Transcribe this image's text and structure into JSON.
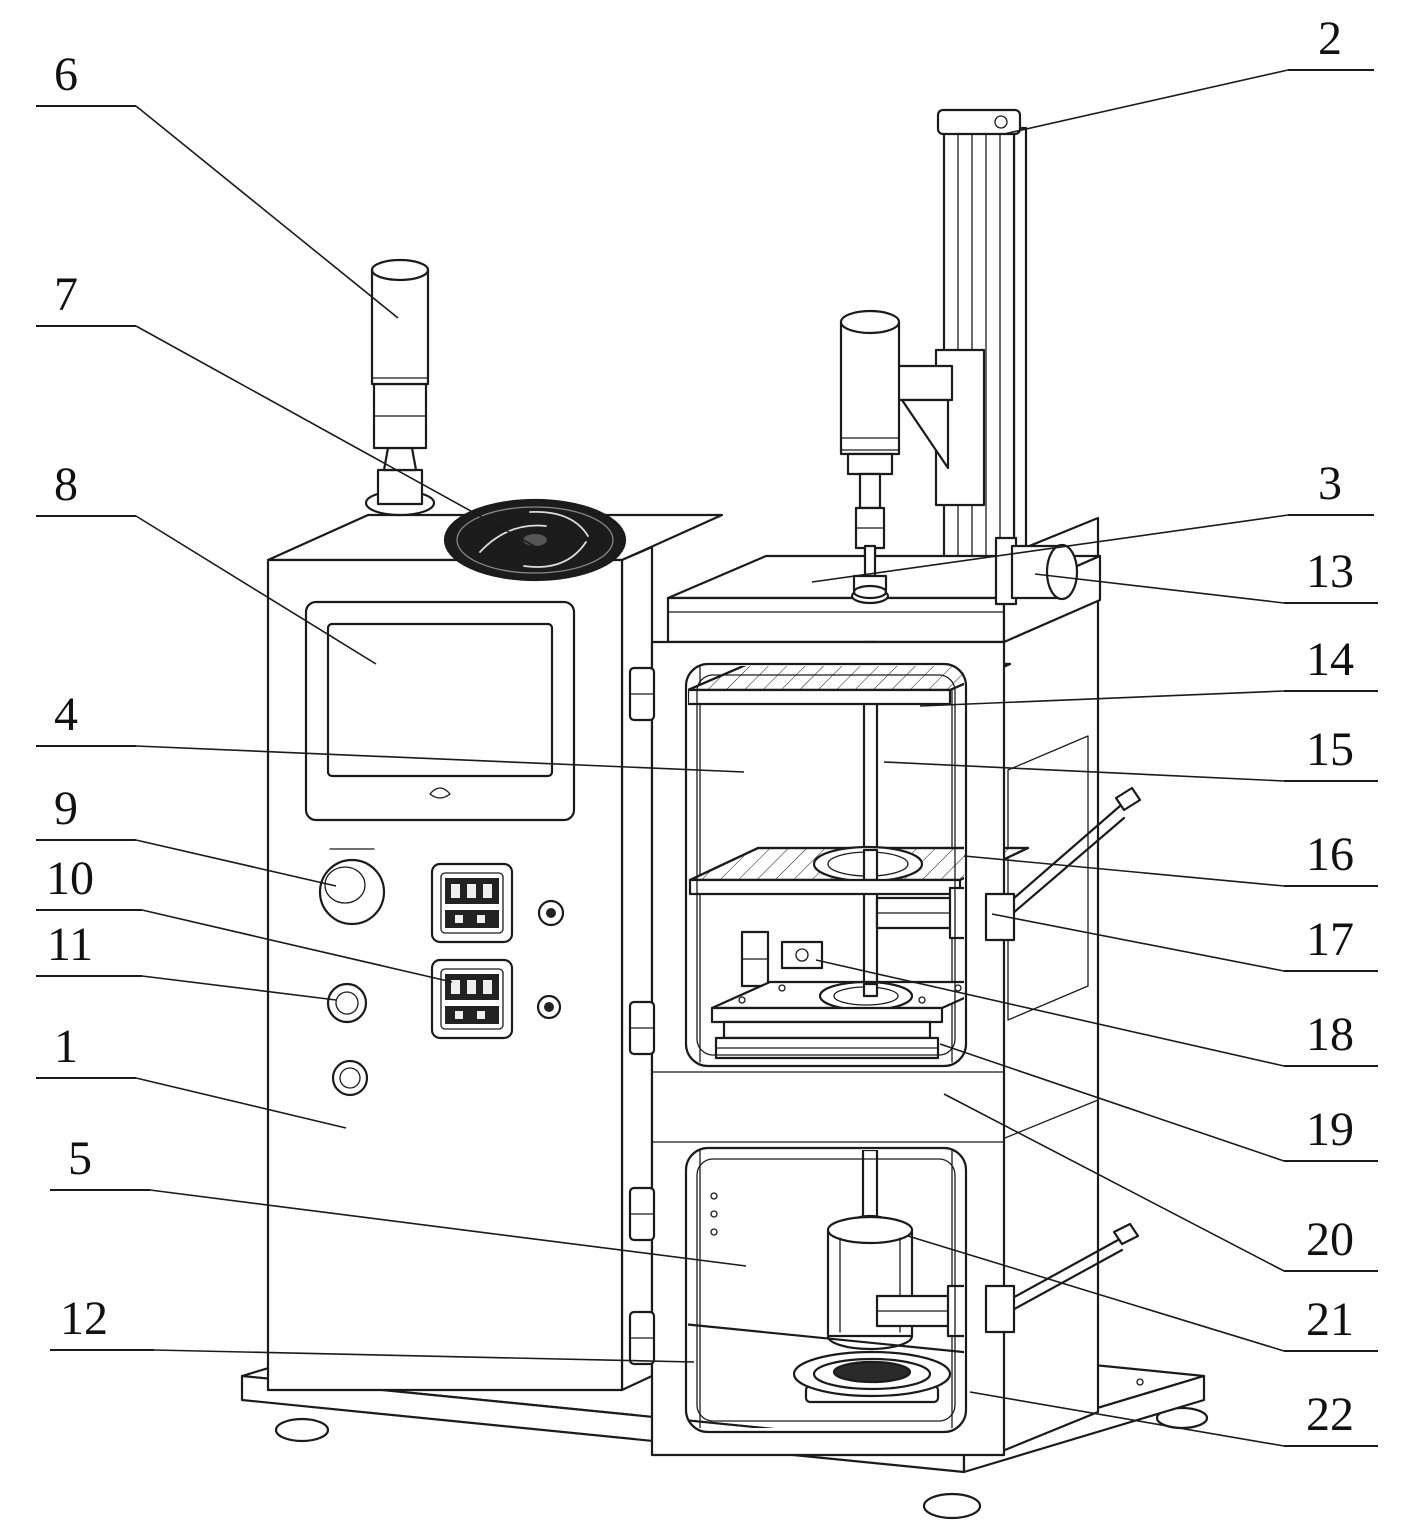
{
  "figure": {
    "type": "patent-line-drawing",
    "content": "Isometric technical drawing of a two-cabinet testing apparatus with numbered part callouts"
  },
  "colors": {
    "background": "#ffffff",
    "line": "#1b1b1b",
    "fan_fill": "#1c1c1c",
    "display_fill": "#222222"
  },
  "callouts": [
    {
      "label": "6",
      "text": [
        66,
        90
      ],
      "underline": [
        36,
        106,
        136,
        106
      ],
      "leader": [
        136,
        106,
        398,
        318
      ]
    },
    {
      "label": "7",
      "text": [
        66,
        310
      ],
      "underline": [
        36,
        326,
        136,
        326
      ],
      "leader": [
        136,
        326,
        545,
        552
      ]
    },
    {
      "label": "8",
      "text": [
        66,
        500
      ],
      "underline": [
        36,
        516,
        136,
        516
      ],
      "leader": [
        136,
        516,
        376,
        664
      ]
    },
    {
      "label": "4",
      "text": [
        66,
        730
      ],
      "underline": [
        36,
        746,
        136,
        746
      ],
      "leader": [
        136,
        746,
        744,
        772
      ]
    },
    {
      "label": "9",
      "text": [
        66,
        824
      ],
      "underline": [
        36,
        840,
        136,
        840
      ],
      "leader": [
        136,
        840,
        336,
        886
      ]
    },
    {
      "label": "10",
      "text": [
        70,
        894
      ],
      "underline": [
        36,
        910,
        142,
        910
      ],
      "leader": [
        142,
        910,
        452,
        982
      ]
    },
    {
      "label": "11",
      "text": [
        70,
        960
      ],
      "underline": [
        36,
        976,
        142,
        976
      ],
      "leader": [
        142,
        976,
        336,
        1000
      ]
    },
    {
      "label": "1",
      "text": [
        66,
        1062
      ],
      "underline": [
        36,
        1078,
        136,
        1078
      ],
      "leader": [
        136,
        1078,
        346,
        1128
      ]
    },
    {
      "label": "5",
      "text": [
        80,
        1174
      ],
      "underline": [
        50,
        1190,
        150,
        1190
      ],
      "leader": [
        150,
        1190,
        746,
        1266
      ]
    },
    {
      "label": "12",
      "text": [
        84,
        1334
      ],
      "underline": [
        50,
        1350,
        154,
        1350
      ],
      "leader": [
        154,
        1350,
        694,
        1362
      ]
    },
    {
      "label": "2",
      "text": [
        1330,
        54
      ],
      "underline": [
        1288,
        70,
        1374,
        70
      ],
      "leader": [
        1288,
        70,
        1004,
        134
      ]
    },
    {
      "label": "3",
      "text": [
        1330,
        499
      ],
      "underline": [
        1288,
        515,
        1374,
        515
      ],
      "leader": [
        1288,
        515,
        812,
        582
      ]
    },
    {
      "label": "13",
      "text": [
        1330,
        587
      ],
      "underline": [
        1284,
        603,
        1378,
        603
      ],
      "leader": [
        1284,
        603,
        1035,
        574
      ]
    },
    {
      "label": "14",
      "text": [
        1330,
        675
      ],
      "underline": [
        1284,
        691,
        1378,
        691
      ],
      "leader": [
        1284,
        691,
        920,
        706
      ]
    },
    {
      "label": "15",
      "text": [
        1330,
        765
      ],
      "underline": [
        1284,
        781,
        1378,
        781
      ],
      "leader": [
        1284,
        781,
        884,
        762
      ]
    },
    {
      "label": "16",
      "text": [
        1330,
        870
      ],
      "underline": [
        1284,
        886,
        1378,
        886
      ],
      "leader": [
        1284,
        886,
        964,
        856
      ]
    },
    {
      "label": "17",
      "text": [
        1330,
        955
      ],
      "underline": [
        1284,
        971,
        1378,
        971
      ],
      "leader": [
        1284,
        971,
        992,
        914
      ]
    },
    {
      "label": "18",
      "text": [
        1330,
        1050
      ],
      "underline": [
        1284,
        1066,
        1378,
        1066
      ],
      "leader": [
        1284,
        1066,
        816,
        960
      ]
    },
    {
      "label": "19",
      "text": [
        1330,
        1145
      ],
      "underline": [
        1284,
        1161,
        1378,
        1161
      ],
      "leader": [
        1284,
        1161,
        940,
        1044
      ]
    },
    {
      "label": "20",
      "text": [
        1330,
        1255
      ],
      "underline": [
        1284,
        1271,
        1378,
        1271
      ],
      "leader": [
        1284,
        1271,
        944,
        1094
      ]
    },
    {
      "label": "21",
      "text": [
        1330,
        1335
      ],
      "underline": [
        1284,
        1351,
        1378,
        1351
      ],
      "leader": [
        1284,
        1351,
        908,
        1236
      ]
    },
    {
      "label": "22",
      "text": [
        1330,
        1430
      ],
      "underline": [
        1284,
        1446,
        1378,
        1446
      ],
      "leader": [
        1284,
        1446,
        970,
        1392
      ]
    }
  ]
}
